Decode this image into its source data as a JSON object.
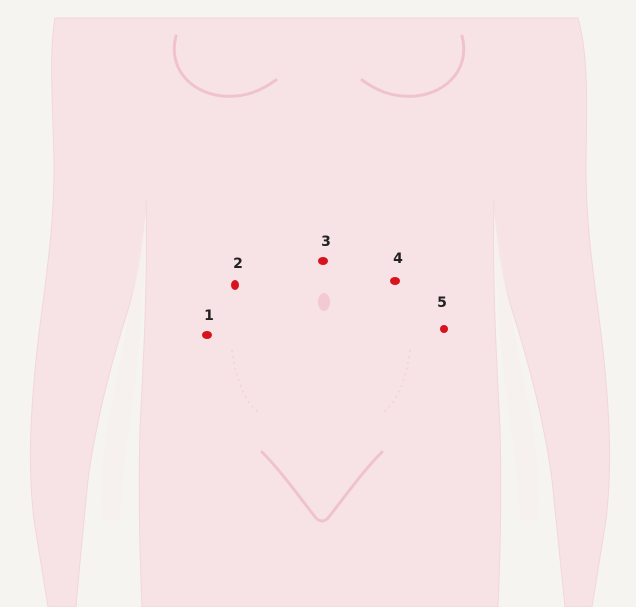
{
  "colors": {
    "background": "#f6f4f0",
    "body_fill": "#f7e3e6",
    "body_outline": "#f0cdd4",
    "contour_lines": "#efc3cd",
    "navel": "#f3c9d3",
    "marker": "#d7141e"
  },
  "markers": [
    {
      "id": "1",
      "label": "1"
    },
    {
      "id": "2",
      "label": "2"
    },
    {
      "id": "3",
      "label": "3"
    },
    {
      "id": "4",
      "label": "4"
    },
    {
      "id": "5",
      "label": "5"
    }
  ]
}
